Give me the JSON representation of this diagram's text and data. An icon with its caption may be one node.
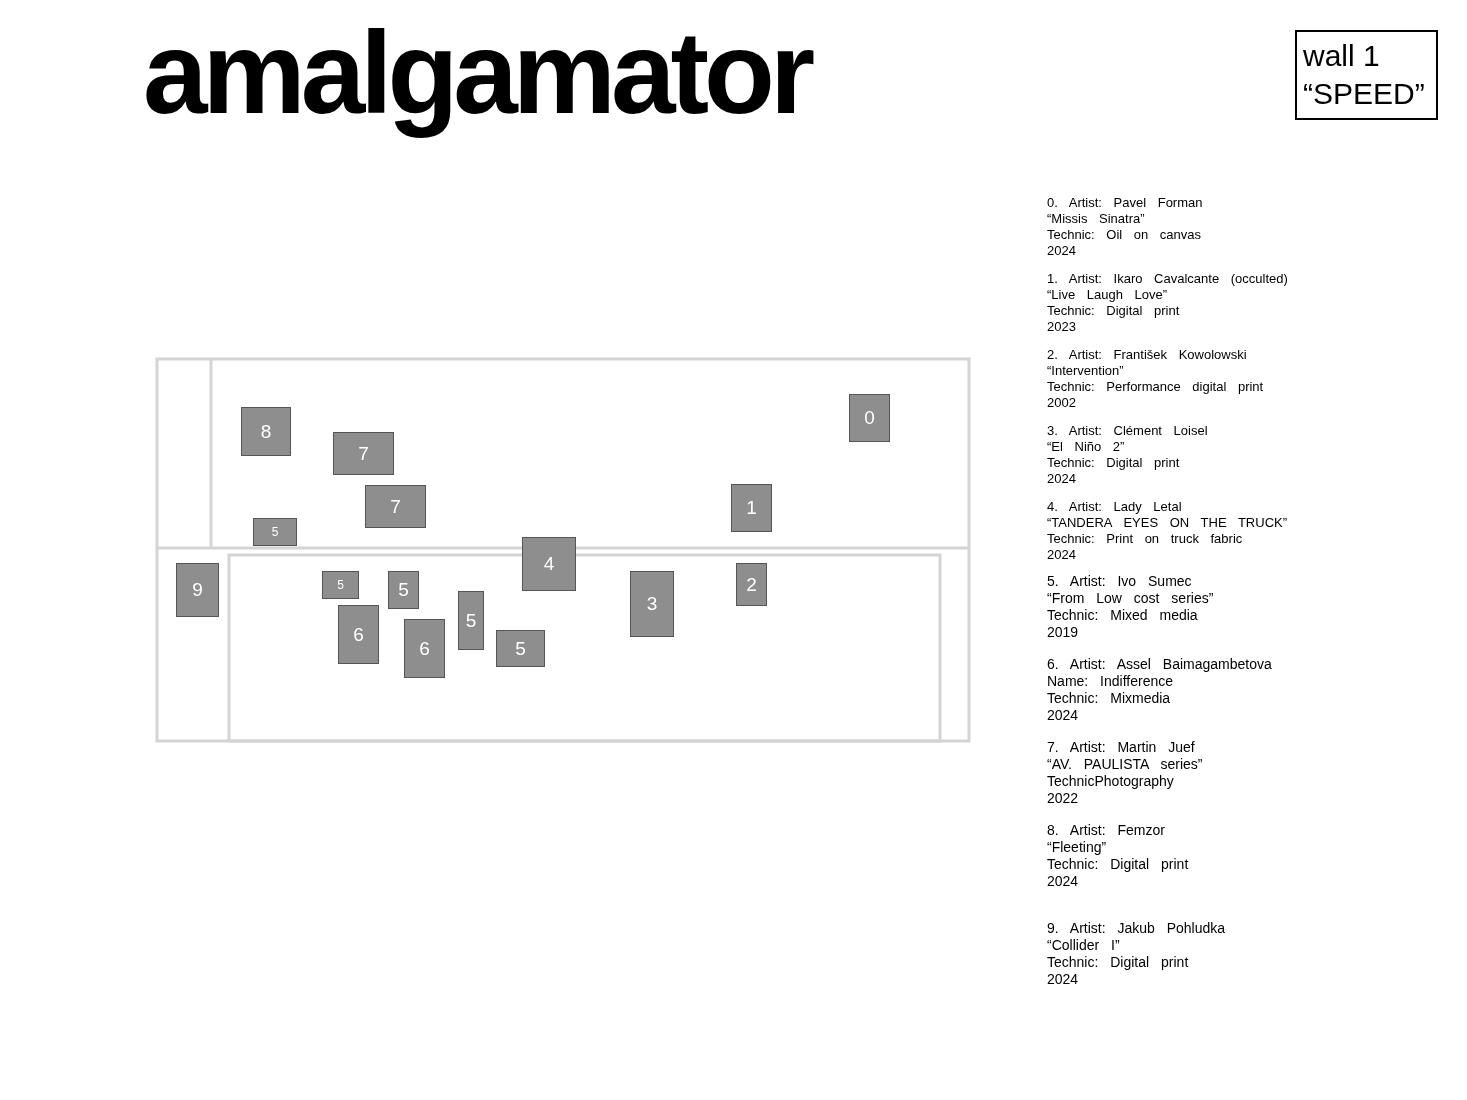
{
  "diagram": {
    "title": "amalgamator",
    "nodes": [
      {
        "text": [
          "wall 1 “SPEED”"
        ]
      },
      {
        "text": [
          "0"
        ]
      },
      {
        "text": [
          "8"
        ]
      },
      {
        "text": [
          "7"
        ]
      },
      {
        "text": [
          "1"
        ]
      },
      {
        "text": [
          "7"
        ]
      },
      {
        "text": [
          "5"
        ]
      },
      {
        "text": [
          "4"
        ]
      },
      {
        "text": [
          "9"
        ]
      },
      {
        "text": [
          "2"
        ]
      },
      {
        "text": [
          "5"
        ]
      },
      {
        "text": [
          "5"
        ]
      },
      {
        "text": [
          "3"
        ]
      },
      {
        "text": [
          "5"
        ]
      },
      {
        "text": [
          "6"
        ]
      },
      {
        "text": [
          "6"
        ]
      },
      {
        "text": [
          "5"
        ]
      }
    ],
    "edges": [],
    "labels": [
      "0. Artist: Pavel Forman",
      "“Missis Sinatra”",
      "Technic: Oil on canvas",
      "2024",
      "1. Artist: Ikaro Cavalcante (occulted)",
      "“Live Laugh Love”",
      "Technic: Digital print",
      "2023",
      "2. Artist: František Kowolowski",
      "“Intervention”",
      "Technic: Performance digital print",
      "2002",
      "3. Artist: Clément Loisel",
      "“El Niño 2”",
      "Technic: Digital print",
      "2024",
      "4. Artist: Lady Letal",
      "“TANDERA EYES ON THE TRUCK”",
      "Technic: Print on truck fabric",
      "2024",
      "5. Artist: Ivo Sumec",
      "“From Low cost series”",
      "Technic: Mixed media",
      "2019",
      "6. Artist: Assel Baimagambetova",
      "Name: Indifference",
      "Technic: Mixmedia",
      "2024",
      "7. Artist: Martin Juef",
      "“AV. PAULISTA series”",
      "TechnicPhotography",
      "2022",
      "8. Artist: Femzor",
      "“Fleeting”",
      "Technic: Digital print",
      "2024",
      "9. Artist: Jakub Pohludka",
      "“Collider I”",
      "Technic: Digital print",
      "2024"
    ]
  }
}
